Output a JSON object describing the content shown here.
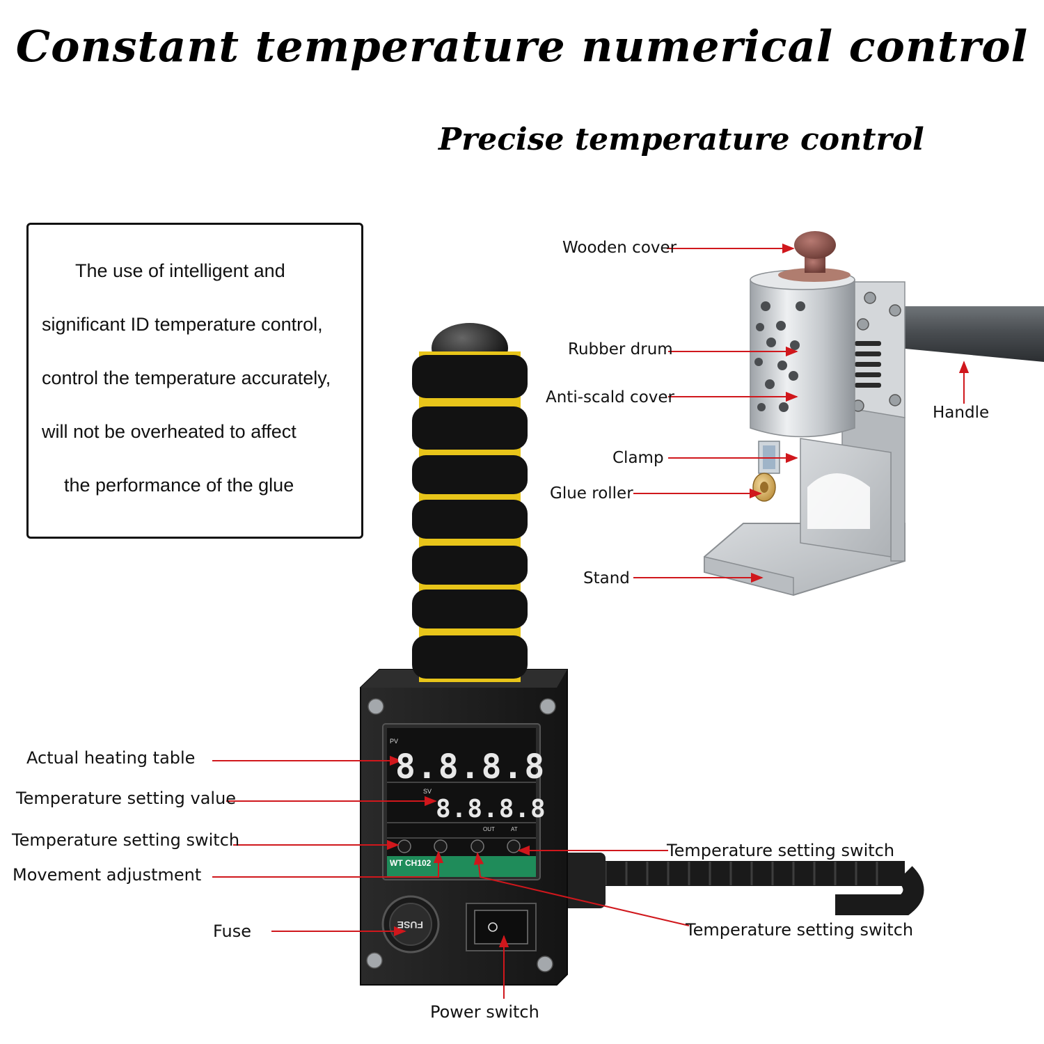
{
  "header": {
    "title": "Constant temperature numerical control",
    "subtitle": "Precise temperature control"
  },
  "description": {
    "lines": [
      "The use of intelligent and",
      "significant ID temperature control,",
      "control the temperature accurately,",
      "will not be overheated to affect",
      "the performance of the glue"
    ]
  },
  "glue_pot_labels": {
    "wooden_cover": "Wooden cover",
    "rubber_drum": "Rubber drum",
    "anti_scald_cover": "Anti-scald cover",
    "handle": "Handle",
    "clamp": "Clamp",
    "glue_roller": "Glue roller",
    "stand": "Stand"
  },
  "controller_labels": {
    "actual_heating_table": "Actual heating table",
    "temperature_setting_value": "Temperature setting value",
    "temperature_setting_switch_left": "Temperature setting switch",
    "movement_adjustment": "Movement adjustment",
    "fuse": "Fuse",
    "power_switch": "Power switch",
    "temperature_setting_switch_right_1": "Temperature setting switch",
    "temperature_setting_switch_right_2": "Temperature setting switch"
  },
  "controller_panel": {
    "pv_label": "PV",
    "sv_label": "SV",
    "pv_digits": "8.8.8.8",
    "sv_digits": "8.8.8.8",
    "out_label": "OUT",
    "at_label": "AT",
    "model": "WT CH102",
    "fuse_text": "FUSE"
  },
  "colors": {
    "arrow": "#d0171c",
    "controller_body": "#1e1e1e",
    "foam": "#121212",
    "foam_stripe": "#e8c51a",
    "panel_green": "#1f8c5a",
    "steel": "#c9ccd0"
  }
}
